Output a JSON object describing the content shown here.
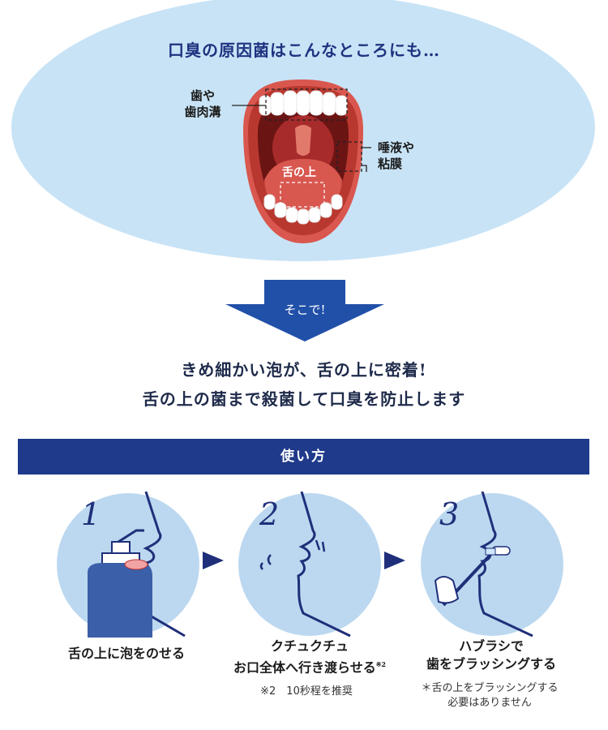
{
  "diagram": {
    "title": "口臭の原因菌はこんなところにも…",
    "labels": {
      "teeth": [
        "歯や",
        "歯肉溝"
      ],
      "mucosa": [
        "唾液や",
        "粘膜"
      ],
      "tongue": "舌の上"
    }
  },
  "arrow_label": "そこで!",
  "headline": [
    "きめ細かい泡が、舌の上に密着!",
    "舌の上の菌まで殺菌して口臭を防止します"
  ],
  "howto": {
    "title": "使い方",
    "steps": [
      {
        "number": "1",
        "label_lines": [
          "舌の上に泡をのせる"
        ],
        "note_lines": []
      },
      {
        "number": "2",
        "label_lines": [
          "クチュクチュ",
          "お口全体へ行き渡らせる"
        ],
        "label_sup": "※2",
        "note_lines": [
          "※2　10秒程を推奨"
        ]
      },
      {
        "number": "3",
        "label_lines": [
          "ハブラシで",
          "歯をブラッシングする"
        ],
        "note_lines": [
          "＊舌の上をブラッシングする",
          "必要はありません"
        ]
      }
    ]
  },
  "colors": {
    "oval_bg": "#c8e3f6",
    "navy": "#1f3a8a",
    "arrow": "#2150a8",
    "step_circle": "#bcd8f0"
  }
}
